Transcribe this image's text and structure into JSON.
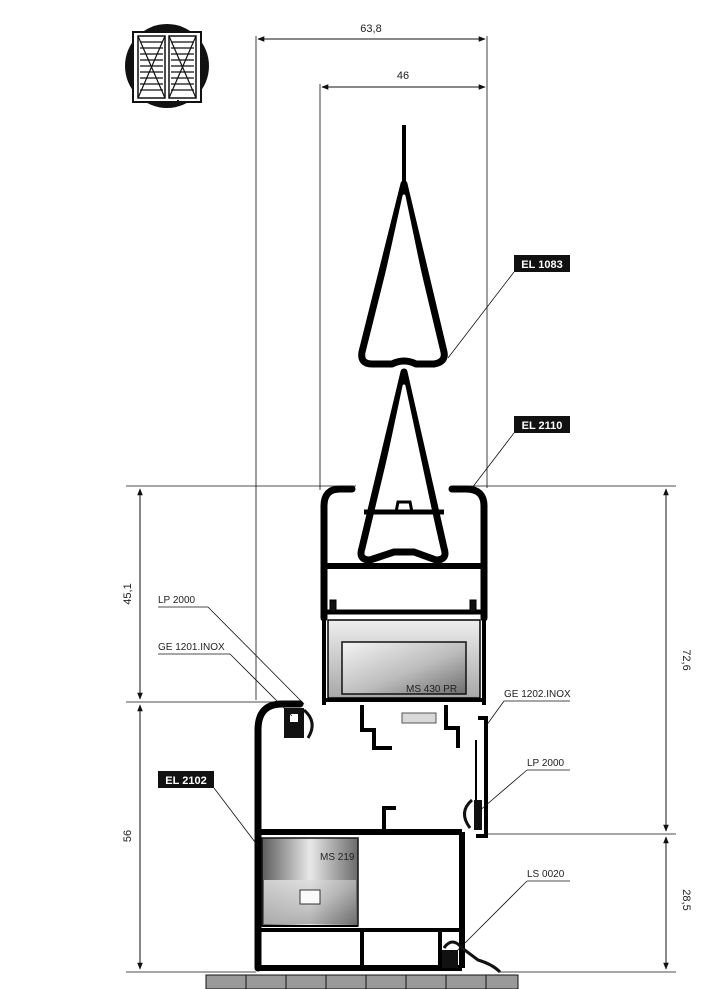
{
  "dimensions": {
    "overall_width": "63,8",
    "glazing_width": "46",
    "upper_height": "45,1",
    "lower_height": "56",
    "right_total": "72,6",
    "right_bottom": "28,5"
  },
  "labels": {
    "el_1083": "EL 1083",
    "el_2110": "EL 2110",
    "el_2102": "EL 2102",
    "lp_2000_left": "LP 2000",
    "ge_1201": "GE 1201.INOX",
    "ge_1202": "GE 1202.INOX",
    "lp_2000_right": "LP 2000",
    "ls_0020": "LS 0020",
    "ms_430": "MS 430 PR",
    "ms_219": "MS 219"
  },
  "colors": {
    "line": "#111111",
    "tag_background": "#111111",
    "tag_text": "#ffffff",
    "insert_light": "#f2f2f2",
    "insert_dark": "#7a7a7a",
    "floor": "#9a9a9a"
  },
  "icons": {
    "window_symbol": "double-window-icon"
  }
}
